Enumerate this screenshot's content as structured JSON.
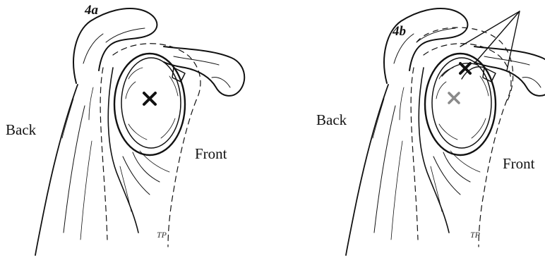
{
  "panels": [
    {
      "figure_label": "4a",
      "back_label": "Back",
      "front_label": "Front",
      "signature": "TP"
    },
    {
      "figure_label": "4b",
      "back_label": "Back",
      "front_label": "Front",
      "signature": "TP"
    }
  ],
  "colors": {
    "ink": "#111111",
    "faded_marker": "#8a8a8a",
    "background": "#ffffff"
  },
  "markers": {
    "panel_4a": "center-cross",
    "panel_4b": [
      "current-center-cross",
      "previous-center-cross-faded"
    ]
  }
}
